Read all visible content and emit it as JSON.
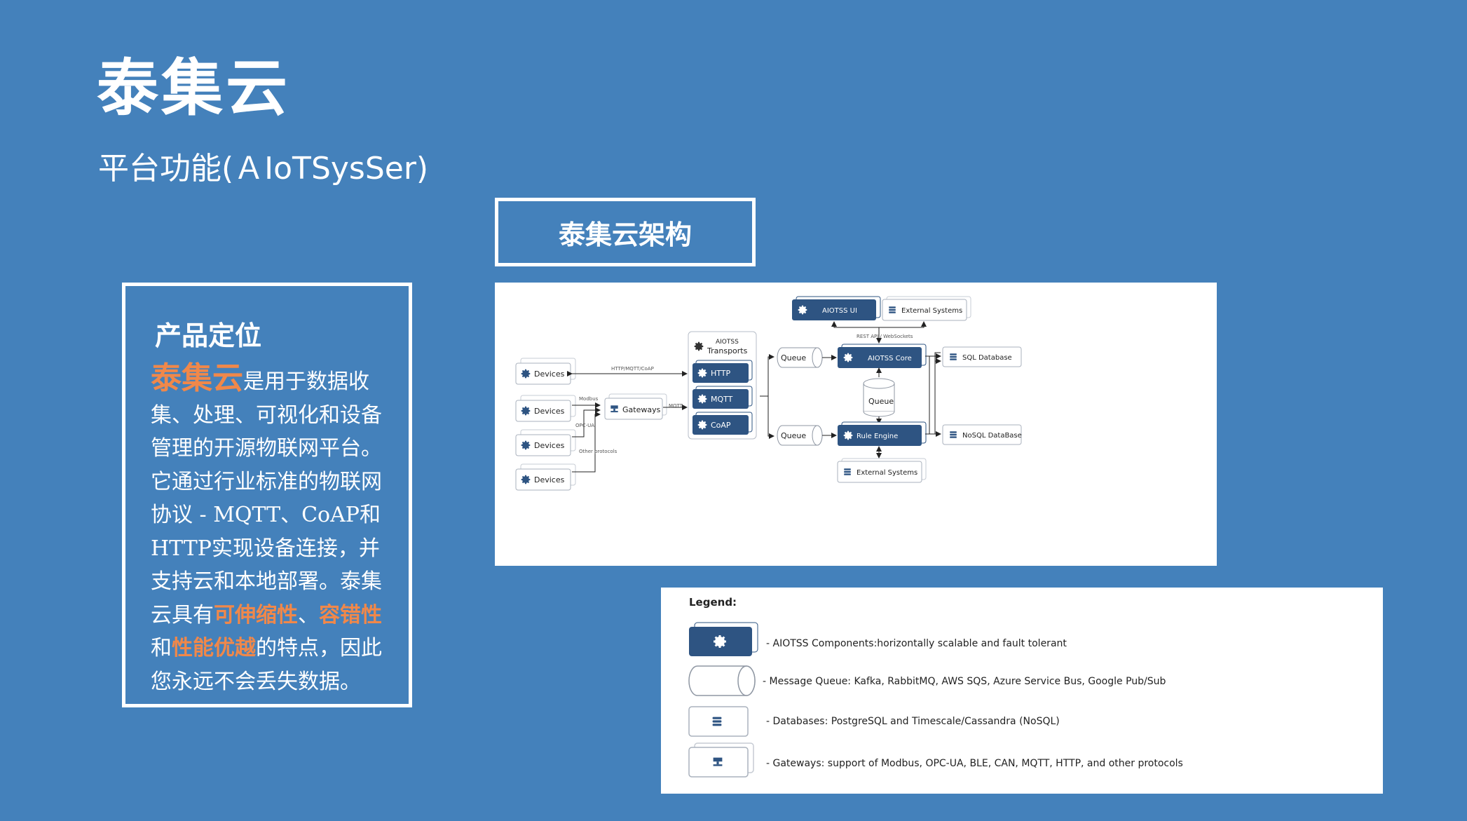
{
  "header": {
    "title": "泰集云",
    "subtitle": "平台功能(ＡIoTSysSer)"
  },
  "architecture_label": "泰集云架构",
  "positioning": {
    "heading": "产品定位",
    "brand": "泰集云",
    "part1": "是用于数据收集、处理、可视化和设备管理的开源物联网平台。它通过行业标准的物联网协议 - MQTT、CoAP和HTTP实现设备连接，并支持云和本地部署。泰集云具有",
    "hl1": "可伸缩性",
    "sep": "、",
    "hl2": "容错性",
    "part2": "和",
    "hl3": "性能优越",
    "part3": "的特点，因此您永远不会丢失数据。"
  },
  "diagram": {
    "devices_label": "Devices",
    "gateways_label": "Gateways",
    "http_mqtt_coap": "HTTP/MQTT/CoAP",
    "modbus": "Modbus",
    "opc_ua": "OPC-UA",
    "other_protocols": "Other protocols",
    "mqtt_small": "MQTT",
    "transports_line1": "AIOTSS",
    "transports_line2": "Transports",
    "http": "HTTP",
    "mqtt": "MQTT",
    "coap": "CoAP",
    "queue": "Queue",
    "ui": "AIOTSS UI",
    "external_systems": "External Systems",
    "rest_api": "REST API / WebSockets",
    "core": "AIOTSS Core",
    "rule_engine": "Rule Engine",
    "sql_db": "SQL Database",
    "nosql_db": "NoSQL DataBase"
  },
  "legend": {
    "title": "Legend:",
    "items": [
      "-  AIOTSS Components:horizontally scalable and fault tolerant",
      "- Message Queue: Kafka, RabbitMQ, AWS SQS, Azure Service Bus, Google Pub/Sub",
      "- Databases: PostgreSQL and Timescale/Cassandra (NoSQL)",
      "- Gateways: support of Modbus, OPC-UA, BLE, CAN, MQTT, HTTP, and other protocols"
    ]
  },
  "colors": {
    "background": "#4481bb",
    "accent": "#f0884a",
    "component_dark": "#2e5482"
  }
}
